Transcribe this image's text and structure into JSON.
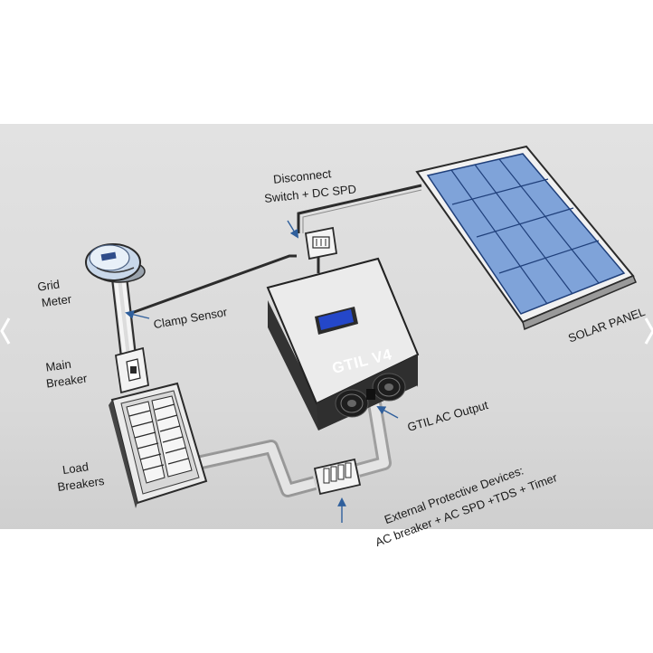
{
  "labels": {
    "disconnect_line1": "Disconnect",
    "disconnect_line2": "Switch + DC SPD",
    "grid_meter_line1": "Grid",
    "grid_meter_line2": "Meter",
    "clamp_sensor": "Clamp Sensor",
    "main_breaker_line1": "Main",
    "main_breaker_line2": "Breaker",
    "load_breakers_line1": "Load",
    "load_breakers_line2": "Breakers",
    "inverter_name": "GTIL V4",
    "ac_output": "GTIL AC Output",
    "protective_line1": "External Protective Devices:",
    "protective_line2": "AC breaker + AC SPD +TDS + Timer",
    "solar_panel": "SOLAR PANEL"
  },
  "colors": {
    "background": "#dcdcdc",
    "panel_cell": "#7fa3d9",
    "panel_frame": "#f2f2f2",
    "inverter_body": "#ebebeb",
    "inverter_dark": "#3a3a3a",
    "lcd": "#2447c9",
    "arrow": "#2f5f9c"
  }
}
